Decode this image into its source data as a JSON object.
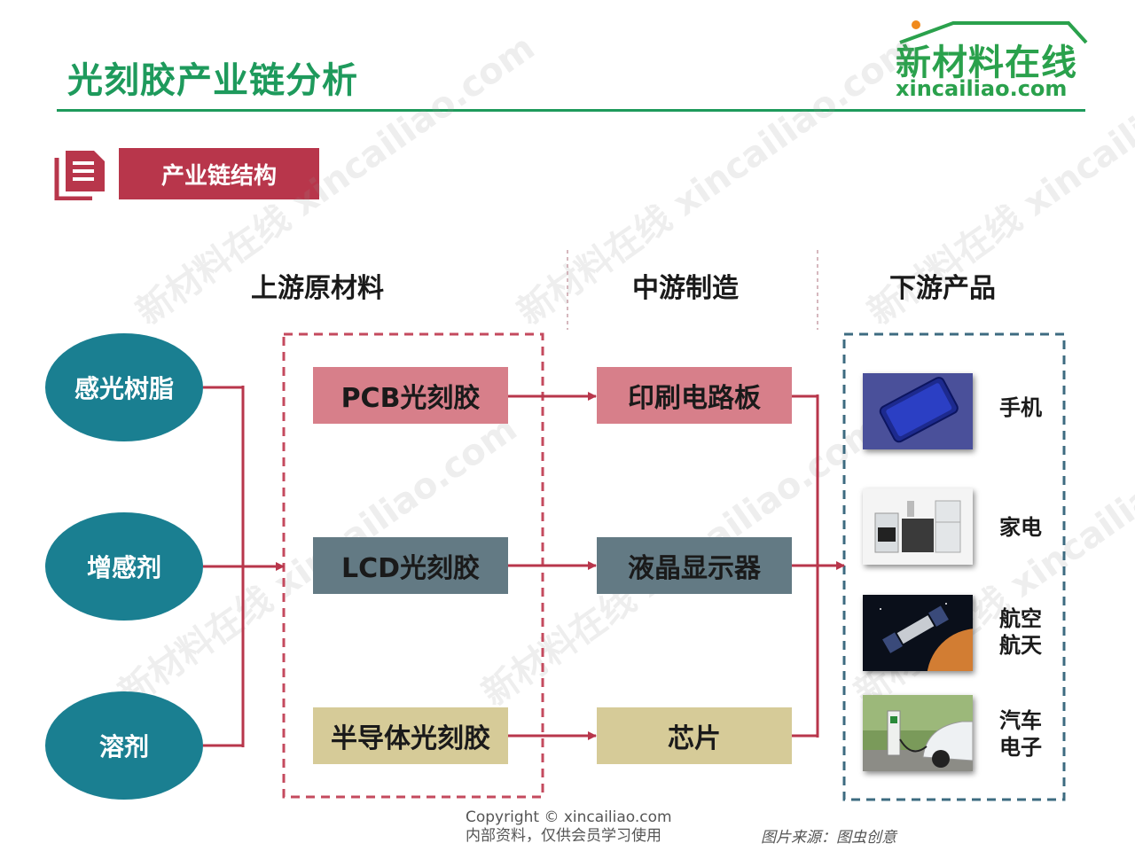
{
  "header": {
    "title": "光刻胶产业链分析",
    "logo_cn": "新材料在线",
    "logo_en": "xincailiao.com"
  },
  "section": {
    "label": "产业链结构"
  },
  "columns": {
    "upstream": "上游原材料",
    "midstream": "中游制造",
    "downstream": "下游产品"
  },
  "raw_materials": [
    "感光树脂",
    "增感剂",
    "溶剂"
  ],
  "photoresists": [
    "PCB光刻胶",
    "LCD光刻胶",
    "半导体光刻胶"
  ],
  "manufacturing": [
    "印刷电路板",
    "液晶显示器",
    "芯片"
  ],
  "products": [
    {
      "label": "手机",
      "icon": "phone-photo"
    },
    {
      "label": "家电",
      "icon": "appliances-photo"
    },
    {
      "label": "航空\n航天",
      "icon": "aerospace-photo"
    },
    {
      "label": "汽车\n电子",
      "icon": "car-electronics-photo"
    }
  ],
  "footer": {
    "copyright": "Copyright © xincailiao.com",
    "note": "内部资料，仅供会员学习使用",
    "source": "图片来源：图虫创意"
  },
  "watermark": {
    "cn": "新材料在线",
    "en": "xincailiao.com"
  },
  "colors": {
    "green": "#1e9a5c",
    "section_red": "#b8364b",
    "teal": "#1a7f91",
    "arrow_red": "#b8364b",
    "pink": "#d77f8a",
    "slate": "#637a84",
    "tan": "#d6cb98",
    "upstream_dash": "#c44a5e",
    "downstream_dash": "#3d6b80"
  }
}
